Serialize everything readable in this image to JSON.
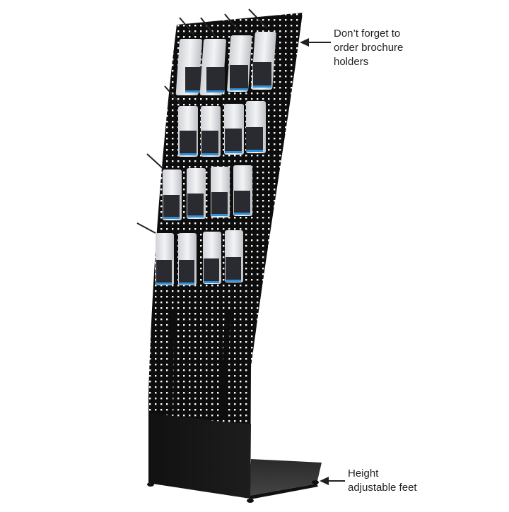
{
  "product": {
    "name": "Curved pegboard display stand",
    "panel_color": "#0d0d0d",
    "hole_color": "#ffffff",
    "rows_of_hooks": 4,
    "items_per_row": 4
  },
  "annotations": {
    "brochure": {
      "line1": "Don’t forget to",
      "line2": "order brochure",
      "line3": "holders"
    },
    "feet": {
      "line1": "Height",
      "line2": "adjustable feet"
    }
  },
  "colors": {
    "text": "#231f20",
    "arrow": "#231f20",
    "background": "#ffffff",
    "package_white": "#e8e9eb",
    "package_dark": "#2a2b30",
    "package_blue": "#2f8fd8"
  }
}
